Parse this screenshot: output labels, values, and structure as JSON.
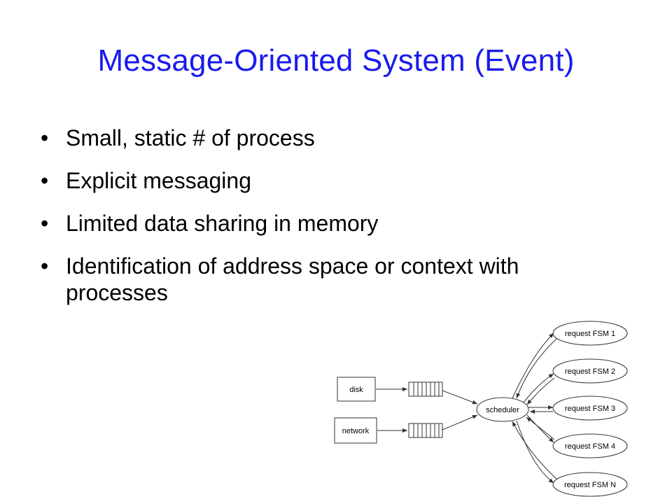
{
  "slide": {
    "title": "Message-Oriented System (Event)",
    "bullets": [
      {
        "text": "Small, static # of process"
      },
      {
        "text": "Explicit messaging"
      },
      {
        "text": "Limited data sharing in memory"
      },
      {
        "text": "Identification of address space or context with processes"
      }
    ],
    "bullet_symbol": "•"
  },
  "diagram": {
    "sources": [
      "disk",
      "network"
    ],
    "hub": "scheduler",
    "fsms": [
      "request FSM 1",
      "request FSM 2",
      "request FSM 3",
      "request FSM 4",
      "request FSM N"
    ]
  },
  "colors": {
    "title": "#1a1aee",
    "text": "#000000",
    "diagram_stroke": "#333333"
  }
}
